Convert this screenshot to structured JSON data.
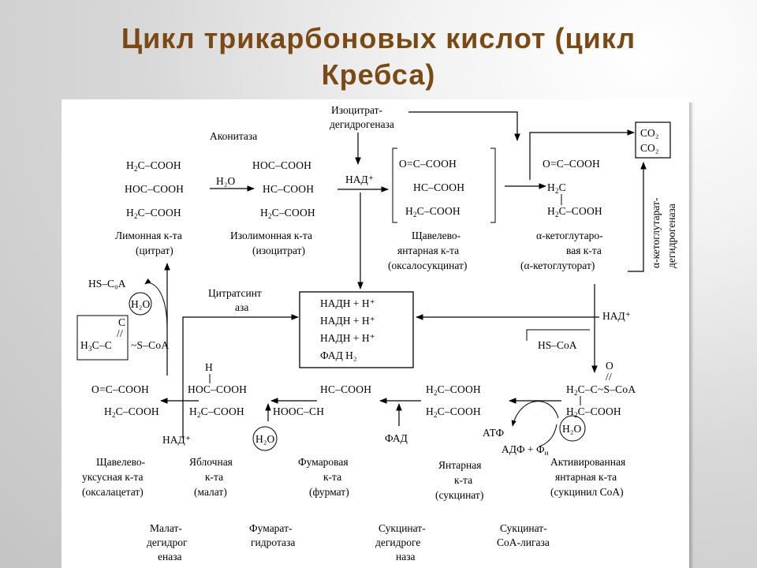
{
  "title": {
    "line1": "Цикл трикарбоновых кислот (цикл",
    "line2": "Кребса)"
  },
  "enzymes": {
    "aconitase": "Аконитаза",
    "isocitrate_dh_1": "Изоцитрат-",
    "isocitrate_dh_2": "дегидрогеназа",
    "akg_dh_1": "α-кетоглутарат-",
    "akg_dh_2": "дегидрогеназа",
    "citrate_synthase_1": "Цитратсинт",
    "citrate_synthase_2": "аза",
    "malate_dh_1": "Малат-",
    "malate_dh_2": "дегидрог",
    "malate_dh_3": "еназа",
    "fumarate_hydratase_1": "Фумарат-",
    "fumarate_hydratase_2": "гидротаза",
    "succinate_dh_1": "Сукцинат-",
    "succinate_dh_2": "дегидроге",
    "succinate_dh_3": "наза",
    "succinyl_ligase_1": "Сукцинат-",
    "succinyl_ligase_2": "СоА-лигаза"
  },
  "compounds": {
    "citrate": {
      "l1": "Лимонная к-та",
      "l2": "(цитрат)"
    },
    "isocitrate": {
      "l1": "Изолимонная к-та",
      "l2": "(изоцитрат)"
    },
    "oxalosuccinate": {
      "l1": "Щавелево-",
      "l2": "янтарная к-та",
      "l3": "(оксалосукцинат)"
    },
    "akg": {
      "l1": "α-кетоглутаро-",
      "l2": "вая к-та",
      "l3": "(α-кетоглуторат)"
    },
    "oxaloacetate": {
      "l1": "Щавелево-",
      "l2": "уксусная к-та",
      "l3": "(оксалацетат)"
    },
    "malate": {
      "l1": "Яблочная",
      "l2": "к-та",
      "l3": "(малат)"
    },
    "fumarate": {
      "l1": "Фумаровая",
      "l2": "к-та",
      "l3": "(фурмат)"
    },
    "succinate": {
      "l1": "Янтарная",
      "l2": "к-та",
      "l3": "(сукцинат)"
    },
    "succinyl_coa": {
      "l1": "Активированная",
      "l2": "янтарная к-та",
      "l3": "(сукцинил СоА)"
    }
  },
  "cofactors": {
    "h2o": "H₂O",
    "nad": "НАД⁺",
    "fad": "ФАД",
    "atp": "АТФ",
    "adp": "АДФ + Ф",
    "adp_sub": "н",
    "hs_coa": "HS–CoA",
    "hs_c0a": "HS–C₀A",
    "co2_1": "CO₂",
    "co2_2": "CO₂"
  },
  "box": {
    "l1": "НАДН + Н⁺",
    "l2": "НАДН + Н⁺",
    "l3": "НАДН + Н⁺",
    "l4": "ФАД Н₂"
  }
}
